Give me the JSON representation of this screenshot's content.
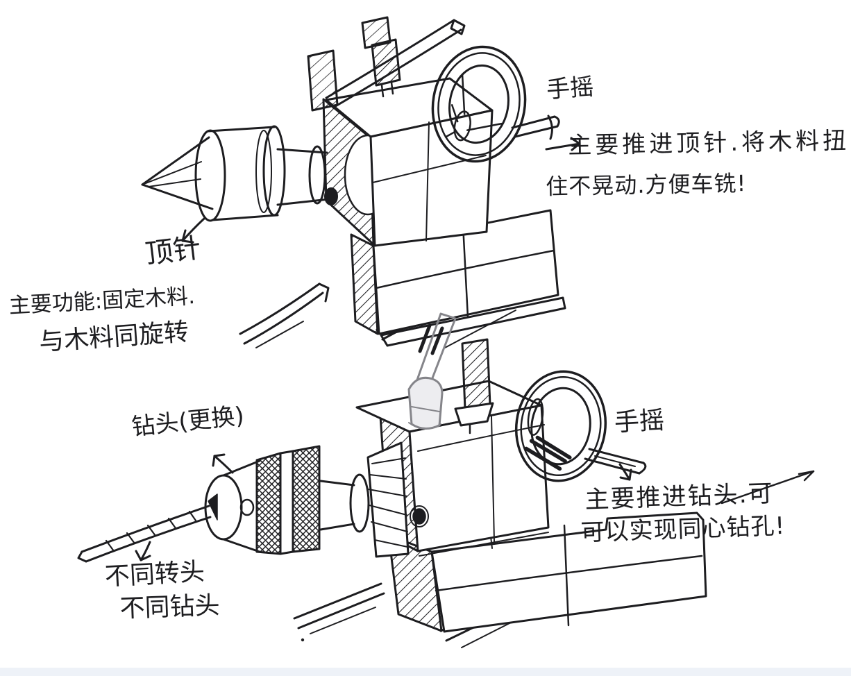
{
  "page": {
    "background": "#ffffff",
    "ink_color": "#1d1d20",
    "pen_gray": "#85858a",
    "footer_strip_color": "#eef2f8"
  },
  "annotations": {
    "top_machine": {
      "handwheel_label": "手摇",
      "note_line1": "主要推进顶针.将木料扭",
      "note_line2": "住不晃动.方便车铣!",
      "center_label": "顶针",
      "center_note_line1": "主要功能:固定木料.",
      "center_note_line2": "与木料同旋转"
    },
    "bottom_machine": {
      "drill_label": "钻头(更换)",
      "drill_note_line1": "不同转头",
      "drill_note_line2": "不同钻头",
      "handwheel_label": "手摇",
      "note_line1": "主要推进钻头.可",
      "note_line2": "可以实现同心钻孔!"
    }
  },
  "parts": {
    "top": [
      "dead-center",
      "tailstock-barrel",
      "tailstock-housing",
      "handwheel",
      "clamp-lever",
      "bed-rails"
    ],
    "bottom": [
      "drill-bit",
      "drill-chuck",
      "tailstock-housing",
      "handwheel",
      "lock-pin",
      "marker-pen",
      "bed-rails"
    ]
  }
}
